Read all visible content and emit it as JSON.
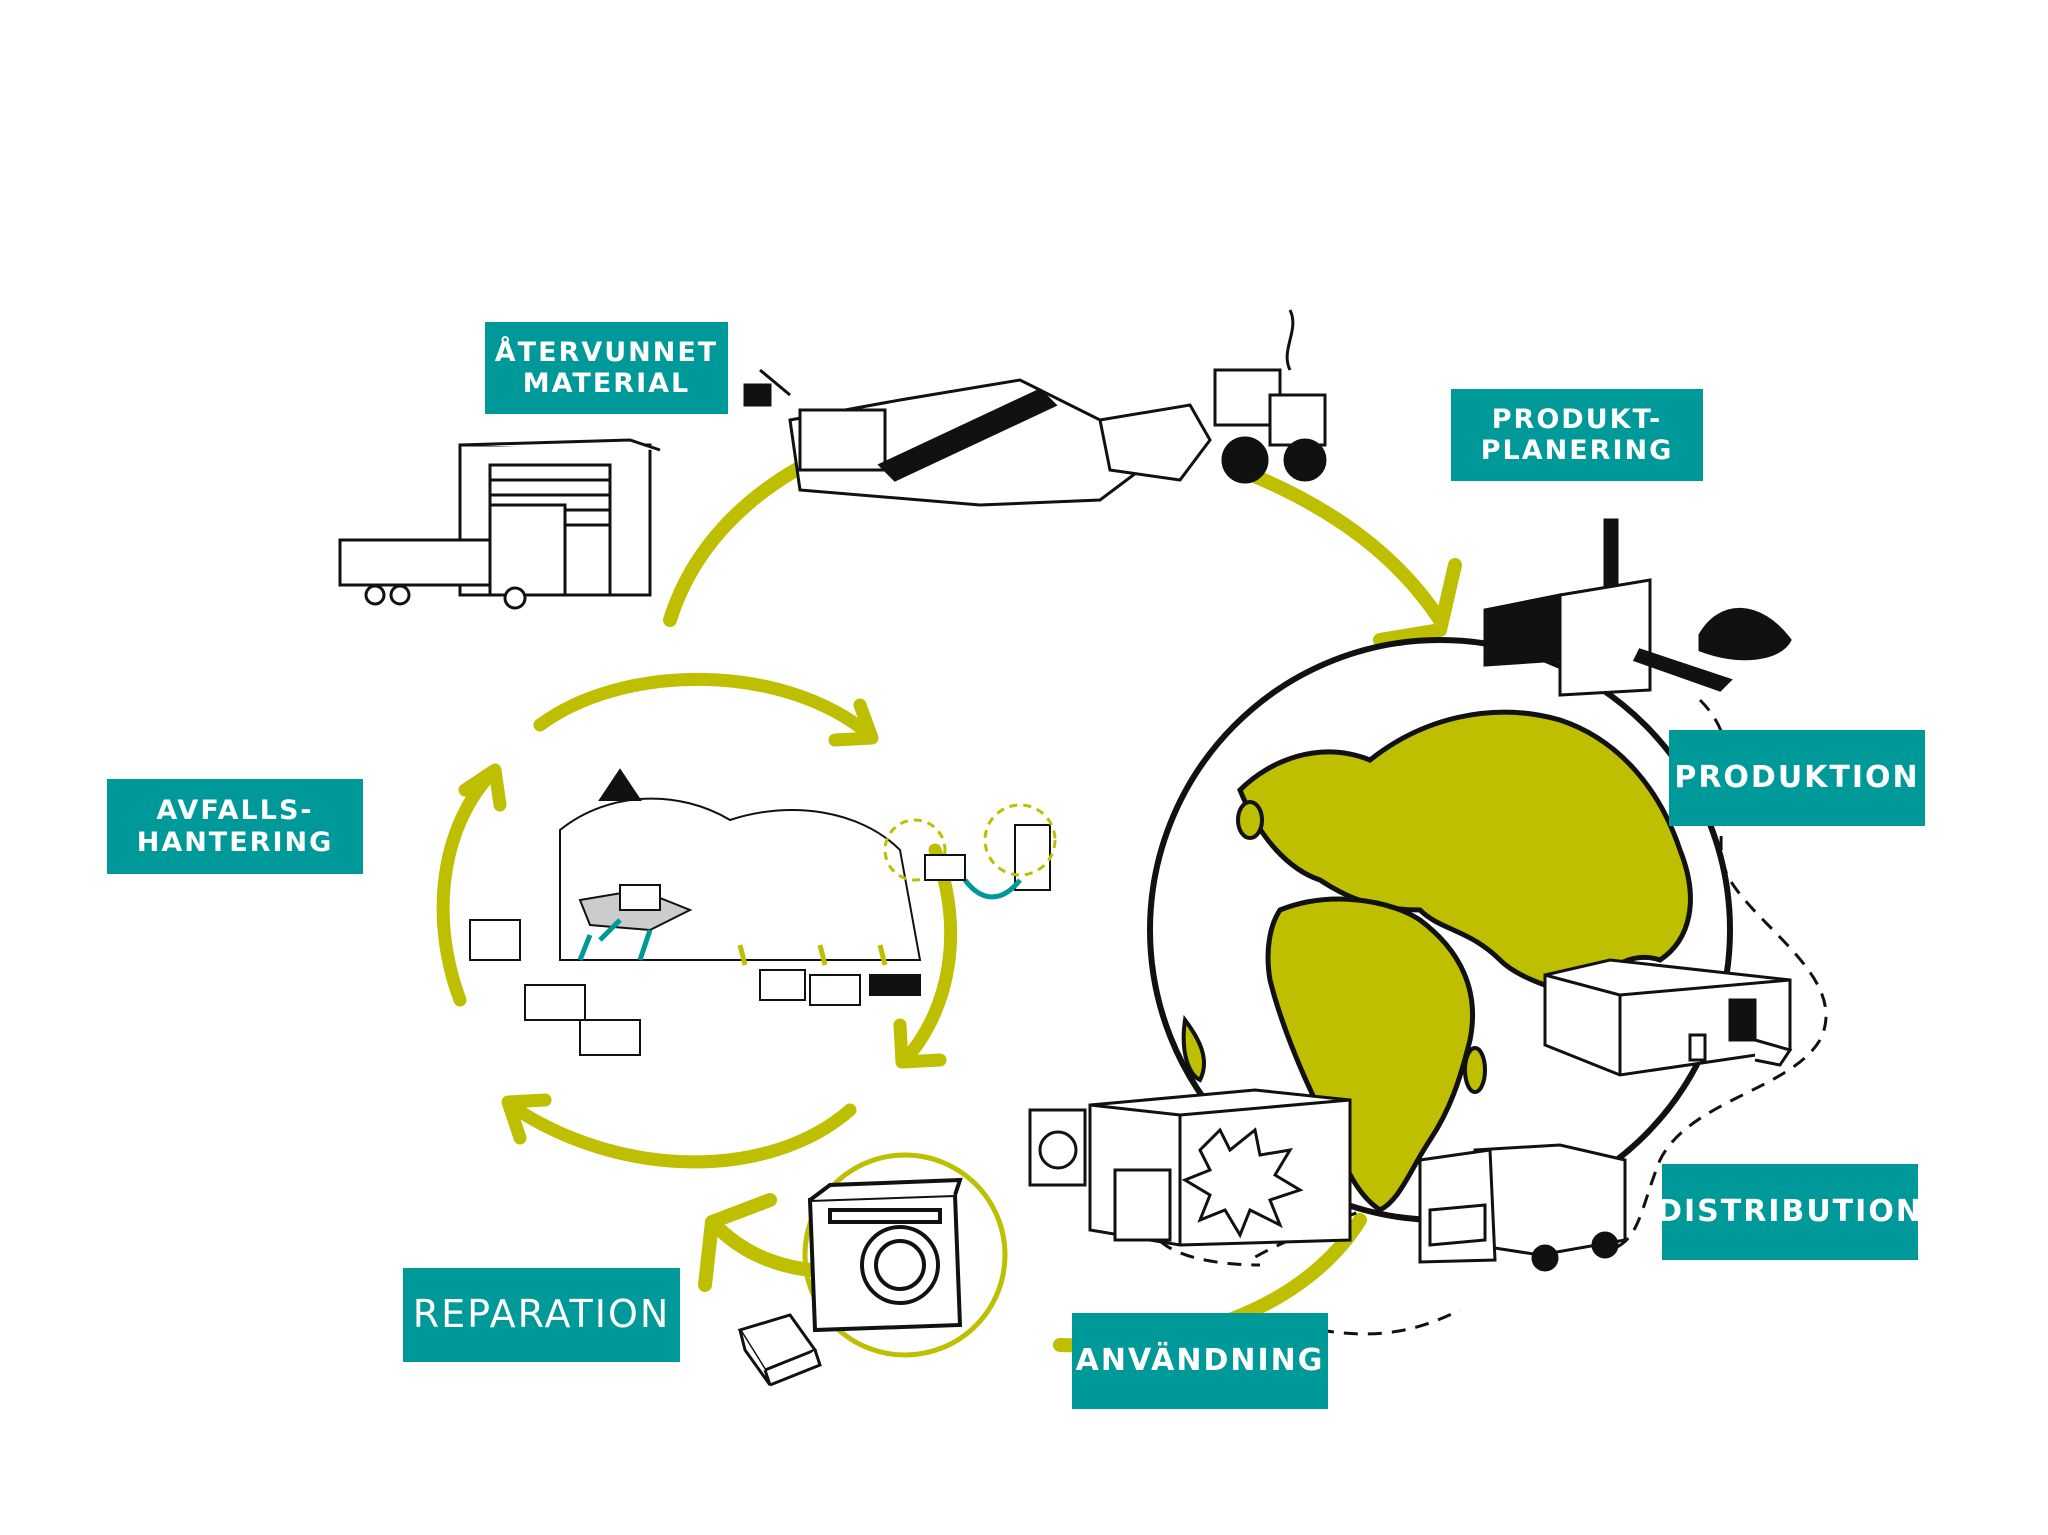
{
  "colors": {
    "label_background": "#00999a",
    "label_text": "#ffffff",
    "cycle_arrow": "#bdbf00",
    "continent_fill": "#bdbf00",
    "line_art": "#111111"
  },
  "labels": {
    "recycled_material": {
      "line1": "ÅTERVUNNET",
      "line2": "MATERIAL"
    },
    "product_planning": {
      "line1": "PRODUKT-",
      "line2": "PLANERING"
    },
    "production": {
      "text": "PRODUKTION"
    },
    "waste_management": {
      "line1": "AVFALLS-",
      "line2": "HANTERING"
    },
    "distribution": {
      "text": "DISTRIBUTION"
    },
    "repair": {
      "text": "REPARATION"
    },
    "usage": {
      "text": "ANVÄNDNING"
    }
  },
  "illustrations": [
    "truck-at-warehouse",
    "crusher-and-conveyor",
    "wheel-loader",
    "factory-with-chimney",
    "globe",
    "warehouse",
    "store-with-discount",
    "delivery-truck",
    "washing-machine",
    "toolbox",
    "waste-management-landscape"
  ]
}
